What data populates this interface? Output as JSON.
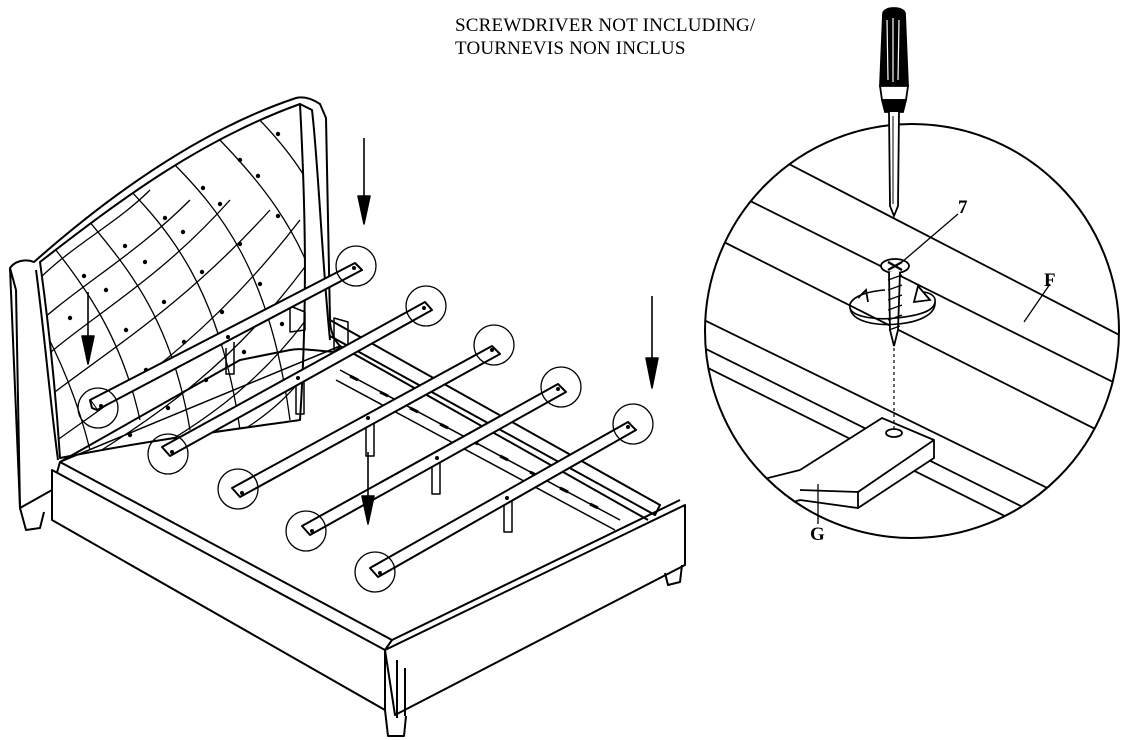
{
  "note": {
    "line1": "SCREWDRIVER NOT INCLUDING/",
    "line2": "TOURNEVIS NON INCLUS"
  },
  "labels": {
    "screw": "7",
    "rail": "F",
    "support": "G"
  },
  "colors": {
    "line": "#000000",
    "background": "#ffffff"
  }
}
